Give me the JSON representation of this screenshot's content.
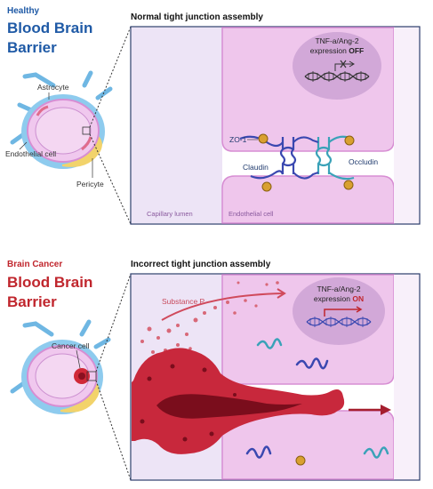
{
  "top": {
    "tag": "Healthy",
    "title_line1": "Blood Brain",
    "title_line2": "Barrier",
    "panel_title": "Normal tight junction assembly",
    "labels": {
      "astrocyte": "Astrocyte",
      "endothelial_cell_left": "Endothelial cell",
      "pericyte": "Pericyte",
      "zo1": "ZO-1",
      "claudin": "Claudin",
      "occludin": "Occludin",
      "capillary_lumen": "Capillary lumen",
      "endothelial_cell_panel": "Endothelial cell"
    },
    "dna": {
      "line1": "TNF-a/Ang-2",
      "line2_prefix": "expression",
      "state": "OFF"
    }
  },
  "bottom": {
    "tag": "Brain Cancer",
    "title_line1": "Blood Brain",
    "title_line2": "Barrier",
    "panel_title": "Incorrect tight junction assembly",
    "labels": {
      "cancer_cell": "Cancer cell",
      "substance_p": "Substance P"
    },
    "dna": {
      "line1": "TNF-a/Ang-2",
      "line2_prefix": "expression",
      "state": "ON"
    }
  },
  "colors": {
    "blue_heading": "#1f5aa6",
    "red_heading": "#c0262d",
    "cell_pink": "#efc6ec",
    "cell_border": "#d78ed3",
    "lumen": "#ede4f6",
    "cancer_red": "#c8283c",
    "astrocyte_blue": "#6fb7e3",
    "pericyte_yellow": "#f2d36b"
  }
}
